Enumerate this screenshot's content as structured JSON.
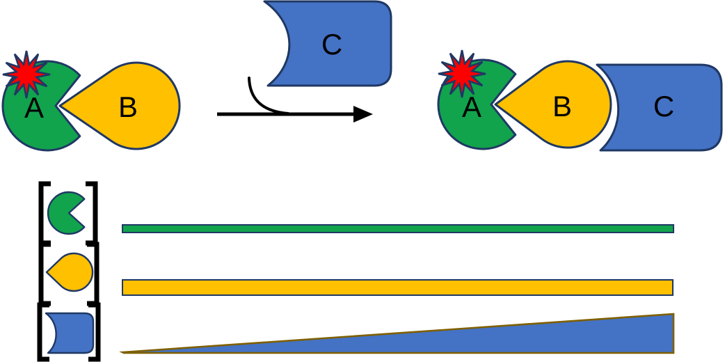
{
  "colors": {
    "green": "#12A34D",
    "yellow": "#FFC000",
    "blue": "#4472C4",
    "red": "#FF0000",
    "navy": "#1F3864",
    "olive": "#7F6000",
    "black": "#000000"
  },
  "reaction": {
    "reactant_a": "A",
    "reactant_b": "B",
    "ligand_c": "C",
    "product_a": "A",
    "product_b": "B",
    "product_c": "C"
  },
  "legend": {
    "bracket_open": "[",
    "bracket_close": "]",
    "rows": [
      {
        "icon": "pacman-a-icon",
        "bar": "thin-constant-bar",
        "bar_color": "#12A34D"
      },
      {
        "icon": "teardrop-b-icon",
        "bar": "medium-constant-bar",
        "bar_color": "#FFC000"
      },
      {
        "icon": "concave-card-c-icon",
        "bar": "increasing-gradient-wedge",
        "bar_color": "#4472C4"
      }
    ]
  }
}
